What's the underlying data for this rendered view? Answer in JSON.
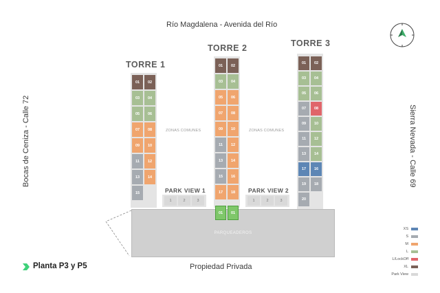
{
  "streets": {
    "top": "Río Magdalena - Avenida del Río",
    "left": "Bocas de Ceniza - Calle 72",
    "right": "Sierra Nevada - Calle 69",
    "bottom": "Propiedad Privada"
  },
  "towers": {
    "t1": "TORRE 1",
    "t2": "TORRE 2",
    "t3": "TORRE 3"
  },
  "zones": {
    "z1": "ZONAS COMUNES",
    "z2": "ZONAS COMUNES"
  },
  "park_view": {
    "pv1": "PARK VIEW 1",
    "pv2": "PARK VIEW 2",
    "unit_labels": [
      "1",
      "2",
      "3"
    ]
  },
  "parking": {
    "label": "PARQUEADEROS",
    "entry_labels": [
      "01",
      "01"
    ]
  },
  "floor": "Planta P3 y P5",
  "legend": [
    {
      "label": "XS",
      "color": "#5d86b5"
    },
    {
      "label": "S",
      "color": "#a6abb1"
    },
    {
      "label": "M",
      "color": "#f0a56e"
    },
    {
      "label": "L",
      "color": "#a7bf94"
    },
    {
      "label": "L/LockOff",
      "color": "#e0656a"
    },
    {
      "label": "XL",
      "color": "#7b6157"
    },
    {
      "label": "Park View",
      "color": "#d9d9d9"
    }
  ],
  "tower1_units": [
    {
      "n": "01",
      "t": "xl"
    },
    {
      "n": "02",
      "t": "xl"
    },
    {
      "n": "03",
      "t": "l"
    },
    {
      "n": "04",
      "t": "l"
    },
    {
      "n": "05",
      "t": "l"
    },
    {
      "n": "06",
      "t": "l"
    },
    {
      "n": "07",
      "t": "m"
    },
    {
      "n": "08",
      "t": "m"
    },
    {
      "n": "09",
      "t": "m"
    },
    {
      "n": "10",
      "t": "m"
    },
    {
      "n": "11",
      "t": "s"
    },
    {
      "n": "12",
      "t": "m"
    },
    {
      "n": "13",
      "t": "s"
    },
    {
      "n": "14",
      "t": "m"
    },
    {
      "n": "15",
      "t": "s"
    }
  ],
  "tower2_units": [
    {
      "n": "01",
      "t": "xl"
    },
    {
      "n": "02",
      "t": "xl"
    },
    {
      "n": "03",
      "t": "l"
    },
    {
      "n": "04",
      "t": "l"
    },
    {
      "n": "05",
      "t": "m"
    },
    {
      "n": "06",
      "t": "m"
    },
    {
      "n": "07",
      "t": "m"
    },
    {
      "n": "08",
      "t": "m"
    },
    {
      "n": "09",
      "t": "m"
    },
    {
      "n": "10",
      "t": "m"
    },
    {
      "n": "11",
      "t": "s"
    },
    {
      "n": "12",
      "t": "m"
    },
    {
      "n": "13",
      "t": "s"
    },
    {
      "n": "14",
      "t": "m"
    },
    {
      "n": "15",
      "t": "s"
    },
    {
      "n": "16",
      "t": "m"
    },
    {
      "n": "17",
      "t": "m"
    },
    {
      "n": "18",
      "t": "m"
    }
  ],
  "tower3_units": [
    {
      "n": "01",
      "t": "xl"
    },
    {
      "n": "02",
      "t": "xl"
    },
    {
      "n": "03",
      "t": "l"
    },
    {
      "n": "04",
      "t": "l"
    },
    {
      "n": "05",
      "t": "l"
    },
    {
      "n": "06",
      "t": "l"
    },
    {
      "n": "07",
      "t": "s"
    },
    {
      "n": "08",
      "t": "lo"
    },
    {
      "n": "09",
      "t": "s"
    },
    {
      "n": "10",
      "t": "l"
    },
    {
      "n": "11",
      "t": "s"
    },
    {
      "n": "12",
      "t": "l"
    },
    {
      "n": "13",
      "t": "s"
    },
    {
      "n": "14",
      "t": "l"
    },
    {
      "n": "17",
      "t": "xs"
    },
    {
      "n": "16",
      "t": "xs"
    },
    {
      "n": "19",
      "t": "s"
    },
    {
      "n": "18",
      "t": "s"
    },
    {
      "n": "20",
      "t": "s"
    }
  ]
}
